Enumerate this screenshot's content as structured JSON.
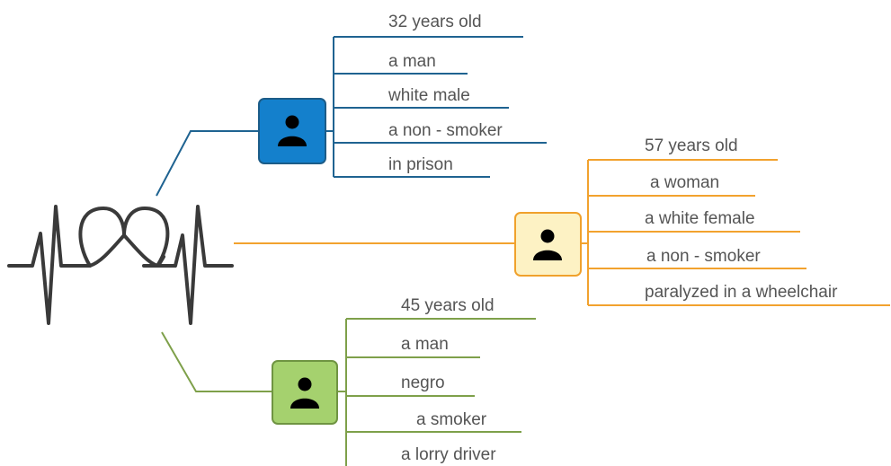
{
  "diagram": {
    "central_icon": "heartbeat-heart-icon",
    "person_icon": "person-icon",
    "branches": [
      {
        "id": "top",
        "color": "#1f6391",
        "node_fill": "#1480cc",
        "node_stroke": "#1c5c88",
        "labels": [
          "32 years old",
          "a man",
          "white male",
          "a non - smoker",
          "in prison"
        ]
      },
      {
        "id": "middle",
        "color": "#f2a22e",
        "node_fill": "#fdf2c4",
        "node_stroke": "#f0a12c",
        "labels": [
          "57 years old",
          "a woman",
          "a white female",
          "a non - smoker",
          "paralyzed in a wheelchair"
        ]
      },
      {
        "id": "bottom",
        "color": "#7ea04a",
        "node_fill": "#a5d16e",
        "node_stroke": "#6f9442",
        "labels": [
          "45 years old",
          "a man",
          "negro",
          "a smoker",
          "a lorry driver"
        ]
      }
    ]
  }
}
